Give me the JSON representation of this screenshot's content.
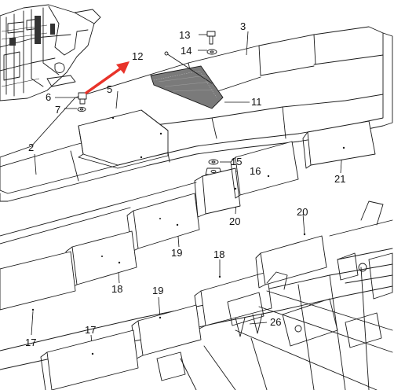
{
  "callouts": [
    {
      "id": "c13",
      "text": "13"
    },
    {
      "id": "c3",
      "text": "3"
    },
    {
      "id": "c14",
      "text": "14"
    },
    {
      "id": "c12",
      "text": "12"
    },
    {
      "id": "c5",
      "text": "5"
    },
    {
      "id": "c6",
      "text": "6"
    },
    {
      "id": "c7",
      "text": "7"
    },
    {
      "id": "c11",
      "text": "11"
    },
    {
      "id": "c2",
      "text": "2"
    },
    {
      "id": "c15",
      "text": "15"
    },
    {
      "id": "c16",
      "text": "16"
    },
    {
      "id": "c21",
      "text": "21"
    },
    {
      "id": "c20a",
      "text": "20"
    },
    {
      "id": "c20b",
      "text": "20"
    },
    {
      "id": "c19a",
      "text": "19"
    },
    {
      "id": "c18a",
      "text": "18"
    },
    {
      "id": "c18b",
      "text": "18"
    },
    {
      "id": "c19b",
      "text": "19"
    },
    {
      "id": "c26",
      "text": "26"
    },
    {
      "id": "c17a",
      "text": "17"
    },
    {
      "id": "c17b",
      "text": "17"
    }
  ],
  "colors": {
    "line": "#1a1a1a",
    "arrow": "#e8332a",
    "part_fill": "#7a7a7a"
  }
}
